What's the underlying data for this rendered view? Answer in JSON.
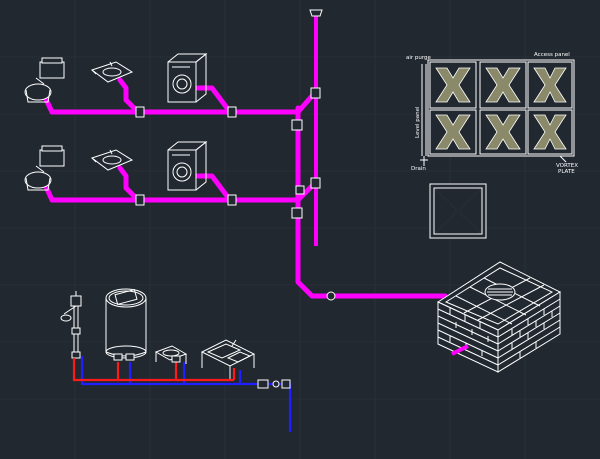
{
  "tank_labels": {
    "air_purge": "air purge",
    "access_panel": "Access panel",
    "level_panel": "Level panel",
    "drain": "Drain",
    "vortex_line1": "VORTEX",
    "vortex_line2": "PLATE"
  },
  "colors": {
    "background": "#212830",
    "drain_pipe": "#ff00ff",
    "hot_water": "#ff1a1a",
    "cold_water": "#1f1fff",
    "line": "#ffffff"
  }
}
